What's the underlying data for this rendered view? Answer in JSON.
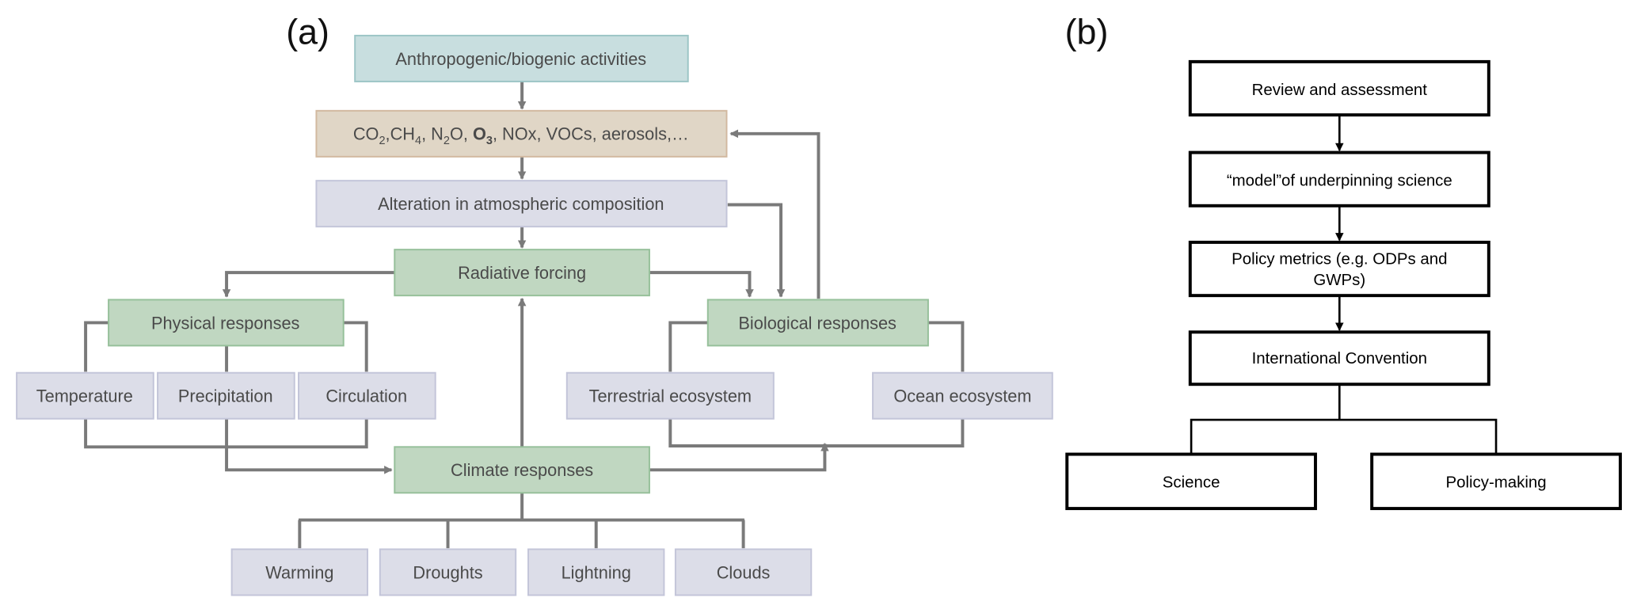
{
  "panel_a": {
    "label": "(a)",
    "colors": {
      "teal": "#c8dedf",
      "tan": "#e0d6c6",
      "lavender": "#dcdde8",
      "green": "#c0d7c1",
      "connector": "#7a7a7a"
    },
    "nodes": {
      "activities": "Anthropogenic/biogenic activities",
      "emissions": {
        "parts": [
          "CO",
          "2",
          ",CH",
          "4",
          ", N",
          "2",
          "O, ",
          "O",
          "3",
          ", NOx, VOCs, aerosols,…"
        ]
      },
      "alteration": "Alteration in atmospheric composition",
      "radiative": "Radiative forcing",
      "physical": "Physical responses",
      "biological": "Biological responses",
      "temperature": "Temperature",
      "precipitation": "Precipitation",
      "circulation": "Circulation",
      "terrestrial": "Terrestrial ecosystem",
      "ocean": "Ocean ecosystem",
      "climate": "Climate responses",
      "warming": "Warming",
      "droughts": "Droughts",
      "lightning": "Lightning",
      "clouds": "Clouds"
    }
  },
  "panel_b": {
    "label": "(b)",
    "nodes": {
      "review": "Review and assessment",
      "model": "“model”of underpinning science",
      "metrics_line1": "Policy metrics  (e.g. ODPs and",
      "metrics_line2": "GWPs)",
      "convention": "International Convention",
      "science": "Science",
      "policy": "Policy-making"
    }
  }
}
